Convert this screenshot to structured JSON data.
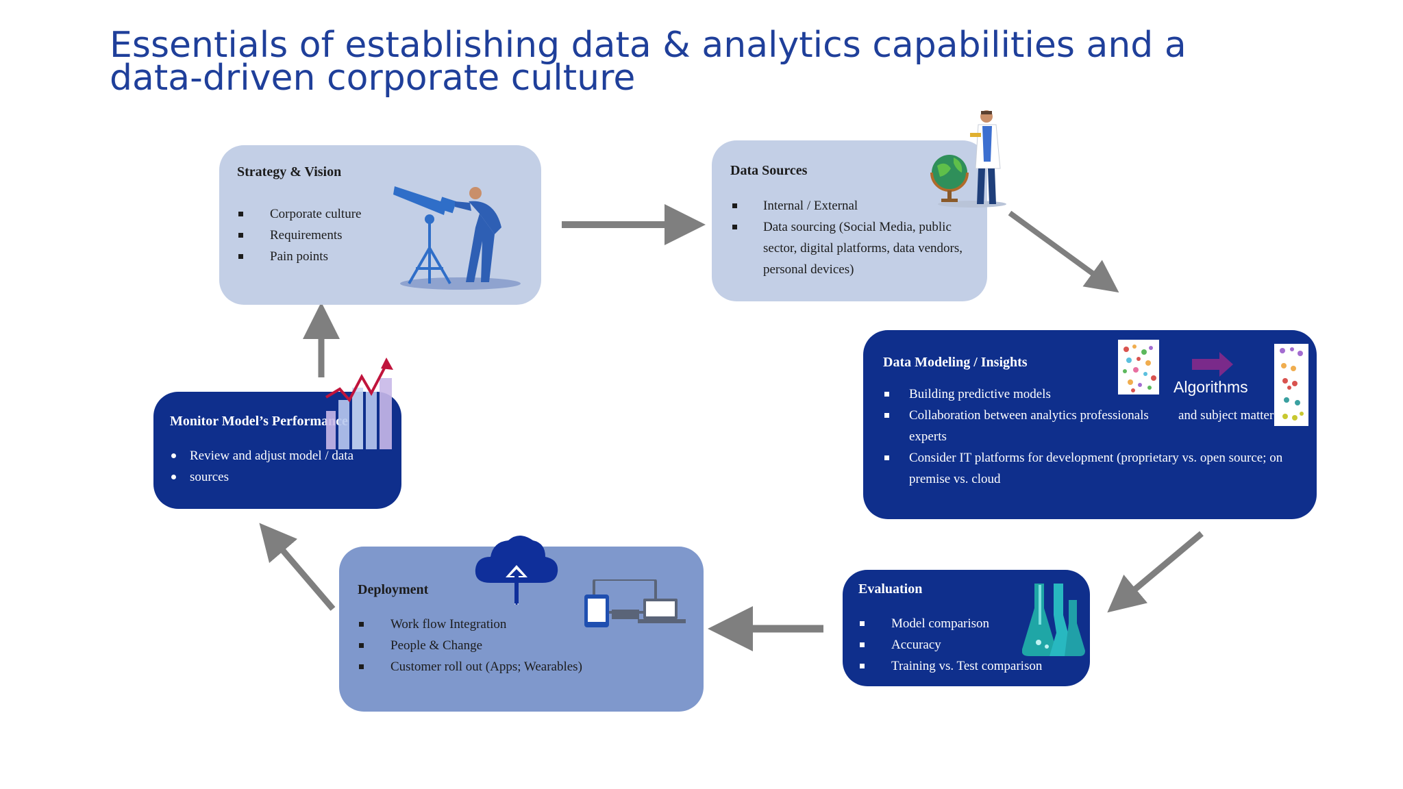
{
  "title": {
    "line1": "Essentials of establishing data & analytics capabilities and a",
    "line2": "data-driven corporate culture"
  },
  "boxes": {
    "strategy": {
      "heading": "Strategy & Vision",
      "items": [
        "Corporate culture",
        "Requirements",
        "Pain points"
      ]
    },
    "sources": {
      "heading": "Data Sources",
      "items": [
        "Internal / External",
        "Data sourcing (Social Media, public",
        "sector, digital platforms, data vendors,",
        "personal devices)"
      ]
    },
    "modeling": {
      "heading": "Data Modeling / Insights",
      "algorithms_label": "Algorithms",
      "items": [
        "Building predictive models",
        "Collaboration between analytics professionals",
        "and subject matter",
        "experts",
        "Consider IT platforms for development (proprietary vs. open source; on",
        "premise vs. cloud"
      ]
    },
    "evaluation": {
      "heading": "Evaluation",
      "items": [
        "Model comparison",
        "Accuracy",
        "Training vs. Test comparison"
      ]
    },
    "deployment": {
      "heading": "Deployment",
      "items": [
        "Work flow Integration",
        "People & Change",
        "Customer roll out (Apps; Wearables)"
      ]
    },
    "monitor": {
      "heading": "Monitor Model’s Performance",
      "items": [
        "Review and adjust model / data",
        "sources"
      ]
    }
  },
  "colors": {
    "title": "#1f3f9a",
    "light_box": "#c3cfe6",
    "mid_box": "#7f98cc",
    "dark_box": "#0f2f8c",
    "arrow": "#7f7f7f"
  },
  "icons": [
    "telescope-icon",
    "globe-scientist-icon",
    "algorithm-data-icon",
    "flasks-icon",
    "cloud-upload-icon",
    "devices-icon",
    "growth-chart-icon"
  ]
}
